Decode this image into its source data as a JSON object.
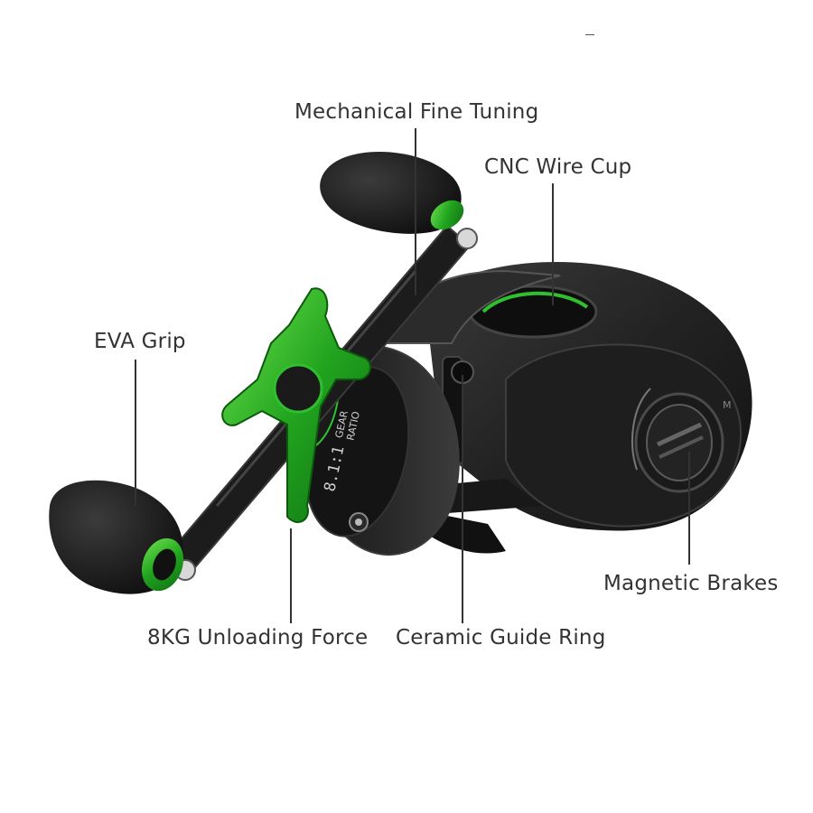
{
  "image": {
    "kind": "product-feature-diagram",
    "subject": "baitcasting-fishing-reel",
    "accent_color": "#2fbf2f",
    "body_color": "#1c1c1c",
    "background_color": "#ffffff"
  },
  "reel": {
    "gear_text": "GEAR",
    "ratio_text": "RATIO",
    "ratio_value": "8.1:1",
    "brake_mark": "M"
  },
  "labels": {
    "mechanical_fine_tuning": "Mechanical Fine Tuning",
    "cnc_wire_cup": "CNC Wire Cup",
    "eva_grip": "EVA Grip",
    "magnetic_brakes": "Magnetic Brakes",
    "unloading_force": "8KG Unloading Force",
    "ceramic_guide_ring": "Ceramic Guide Ring"
  }
}
